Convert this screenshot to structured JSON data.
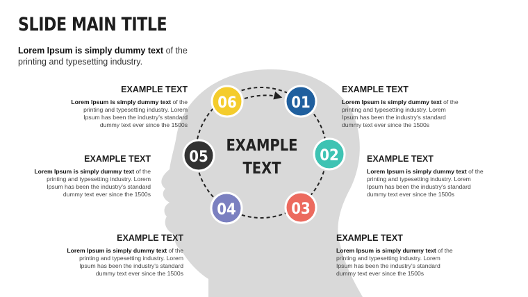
{
  "slide": {
    "title": "SLIDE MAIN TITLE",
    "subtitle_bold": "Lorem Ipsum is simply dummy text",
    "subtitle_rest": " of the printing and typesetting industry."
  },
  "center_text_line1": "EXAMPLE",
  "center_text_line2": "TEXT",
  "steps": [
    {
      "num": "01",
      "color": "#1f5f9e"
    },
    {
      "num": "02",
      "color": "#3ec3b3"
    },
    {
      "num": "03",
      "color": "#ec6a5e"
    },
    {
      "num": "04",
      "color": "#7b80c0"
    },
    {
      "num": "05",
      "color": "#333333"
    },
    {
      "num": "06",
      "color": "#f4cc2c"
    }
  ],
  "blocks": [
    {
      "heading": "EXAMPLE TEXT",
      "bold": "Lorem Ipsum is simply dummy text",
      "rest": " of the printing and typesetting industry. Lorem Ipsum has been the industry's standard dummy text ever since the 1500s"
    },
    {
      "heading": "EXAMPLE TEXT",
      "bold": "Lorem Ipsum is simply dummy text",
      "rest": " of the printing and typesetting industry. Lorem Ipsum has been the industry's standard dummy text ever since the 1500s"
    },
    {
      "heading": "EXAMPLE TEXT",
      "bold": "Lorem Ipsum is simply dummy text",
      "rest": " of the printing and typesetting industry. Lorem Ipsum has been the industry's standard dummy text ever since the 1500s"
    },
    {
      "heading": "EXAMPLE TEXT",
      "bold": "Lorem Ipsum is simply dummy text",
      "rest": " of the printing and typesetting industry. Lorem Ipsum has been the industry's standard dummy text ever since the 1500s"
    },
    {
      "heading": "EXAMPLE TEXT",
      "bold": "Lorem Ipsum is simply dummy text",
      "rest": " of the printing and typesetting industry. Lorem Ipsum has been the industry's standard dummy text ever since the 1500s"
    },
    {
      "heading": "EXAMPLE TEXT",
      "bold": "Lorem Ipsum is simply dummy text",
      "rest": " of the printing and typesetting industry. Lorem Ipsum has been the industry's standard dummy text ever since the 1500s"
    }
  ],
  "colors": {
    "head": "#d9d9d9",
    "ring": "#222222"
  }
}
